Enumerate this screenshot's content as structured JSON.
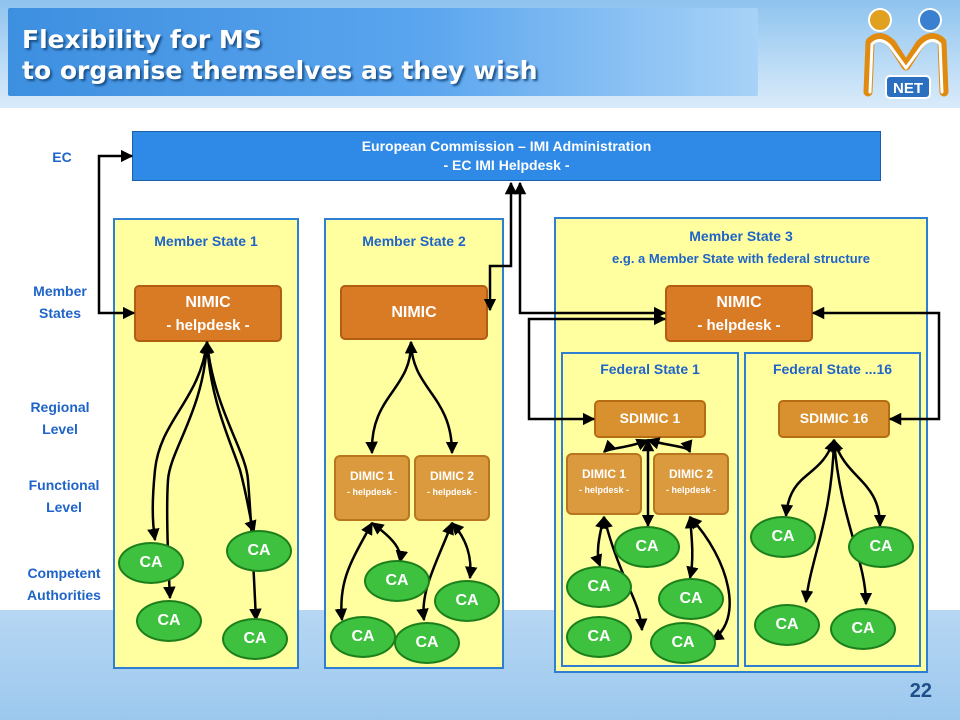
{
  "title": {
    "line1": "Flexibility for MS",
    "line2": "to organise themselves as they wish"
  },
  "logo": {
    "text": "NET"
  },
  "side_labels": {
    "ec": "EC",
    "member_states": [
      "Member",
      "States"
    ],
    "regional": [
      "Regional",
      "Level"
    ],
    "functional": [
      "Functional",
      "Level"
    ],
    "competent": [
      "Competent",
      "Authorities"
    ]
  },
  "ec_box": {
    "line1": "European Commission – IMI Administration",
    "line2": "- EC IMI Helpdesk -"
  },
  "ms1": {
    "title": "Member State 1",
    "nimic": "NIMIC",
    "nimic_sub": "- helpdesk -",
    "cas": [
      "CA",
      "CA",
      "CA",
      "CA"
    ]
  },
  "ms2": {
    "title": "Member State 2",
    "nimic": "NIMIC",
    "dimic1": "DIMIC 1",
    "dimic1_sub": "- helpdesk -",
    "dimic2": "DIMIC 2",
    "dimic2_sub": "- helpdesk -",
    "cas": [
      "CA",
      "CA",
      "CA",
      "CA"
    ]
  },
  "ms3": {
    "title": "Member State 3",
    "subtitle": "e.g. a Member State with federal structure",
    "nimic": "NIMIC",
    "nimic_sub": "- helpdesk -",
    "fs1": {
      "title": "Federal State 1",
      "sdimic": "SDIMIC 1",
      "dimic1": "DIMIC 1",
      "dimic1_sub": "- helpdesk -",
      "dimic2": "DIMIC 2",
      "dimic2_sub": "- helpdesk -",
      "cas": [
        "CA",
        "CA",
        "CA",
        "CA",
        "CA"
      ]
    },
    "fs16": {
      "title": "Federal State ...16",
      "sdimic": "SDIMIC 16",
      "cas": [
        "CA",
        "CA",
        "CA",
        "CA"
      ]
    }
  },
  "page_number": "22",
  "colors": {
    "ec_blue": "#2e8ae6",
    "box_yellow": "#ffffa0",
    "nimic_orange": "#d97a25",
    "ca_green": "#3ec13e",
    "label_blue": "#1f64c8"
  }
}
